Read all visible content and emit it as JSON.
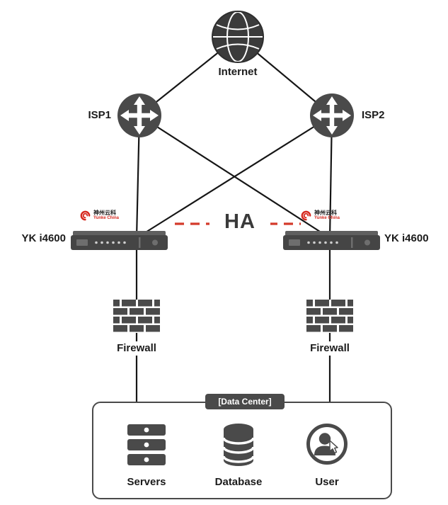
{
  "nodes": {
    "internet": {
      "label": "Internet"
    },
    "isp1": {
      "label": "ISP1"
    },
    "isp2": {
      "label": "ISP2"
    },
    "appliance_left": {
      "label": "YK i4600"
    },
    "appliance_right": {
      "label": "YK i4600"
    },
    "logo": {
      "cn": "神州云科",
      "en": "Yunke China"
    },
    "ha": {
      "label": "HA"
    },
    "firewall_left": {
      "label": "Firewall"
    },
    "firewall_right": {
      "label": "Firewall"
    },
    "datacenter": {
      "label": "[Data Center]"
    },
    "servers": {
      "label": "Servers"
    },
    "database": {
      "label": "Database"
    },
    "user": {
      "label": "User"
    }
  },
  "colors": {
    "icon_gray": "#4a4a4a",
    "line_black": "#161616",
    "ha_red": "#d43a2a",
    "logo_red": "#d6281e"
  }
}
